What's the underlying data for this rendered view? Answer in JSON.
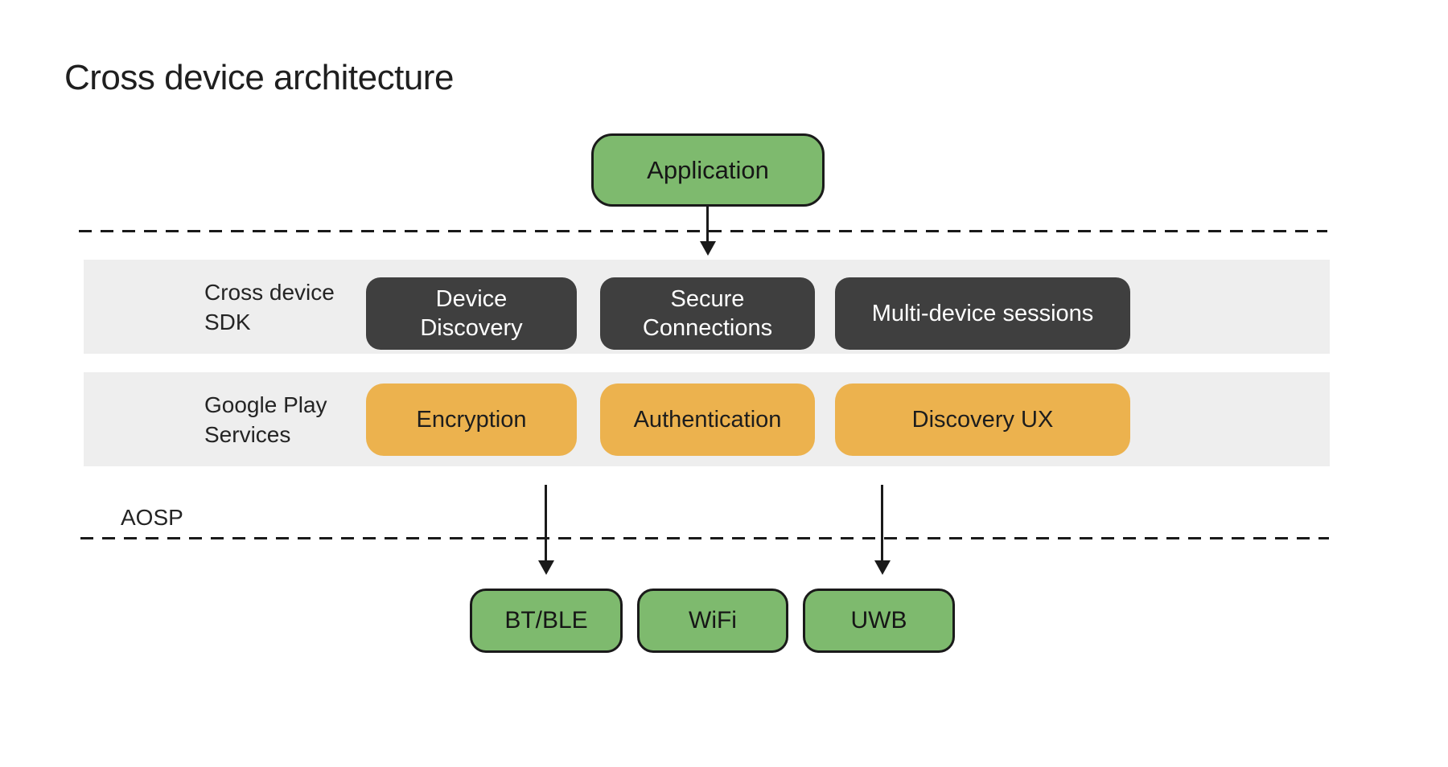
{
  "title": "Cross device architecture",
  "colors": {
    "green": "#7eba6e",
    "orange": "#ecb24e",
    "dark_box": "#3f3f3f",
    "band_background": "#eeeeee",
    "line": "#1a1a1a",
    "text": "#1f1f1f"
  },
  "application": {
    "label": "Application"
  },
  "layers": {
    "sdk": {
      "label": "Cross device\nSDK",
      "boxes": [
        {
          "label": "Device\nDiscovery"
        },
        {
          "label": "Secure\nConnections"
        },
        {
          "label": "Multi-device sessions"
        }
      ]
    },
    "gps": {
      "label": "Google Play\nServices",
      "boxes": [
        {
          "label": "Encryption"
        },
        {
          "label": "Authentication"
        },
        {
          "label": "Discovery UX"
        }
      ]
    },
    "aosp": {
      "label": "AOSP"
    }
  },
  "transports": [
    {
      "label": "BT/BLE"
    },
    {
      "label": "WiFi"
    },
    {
      "label": "UWB"
    }
  ]
}
